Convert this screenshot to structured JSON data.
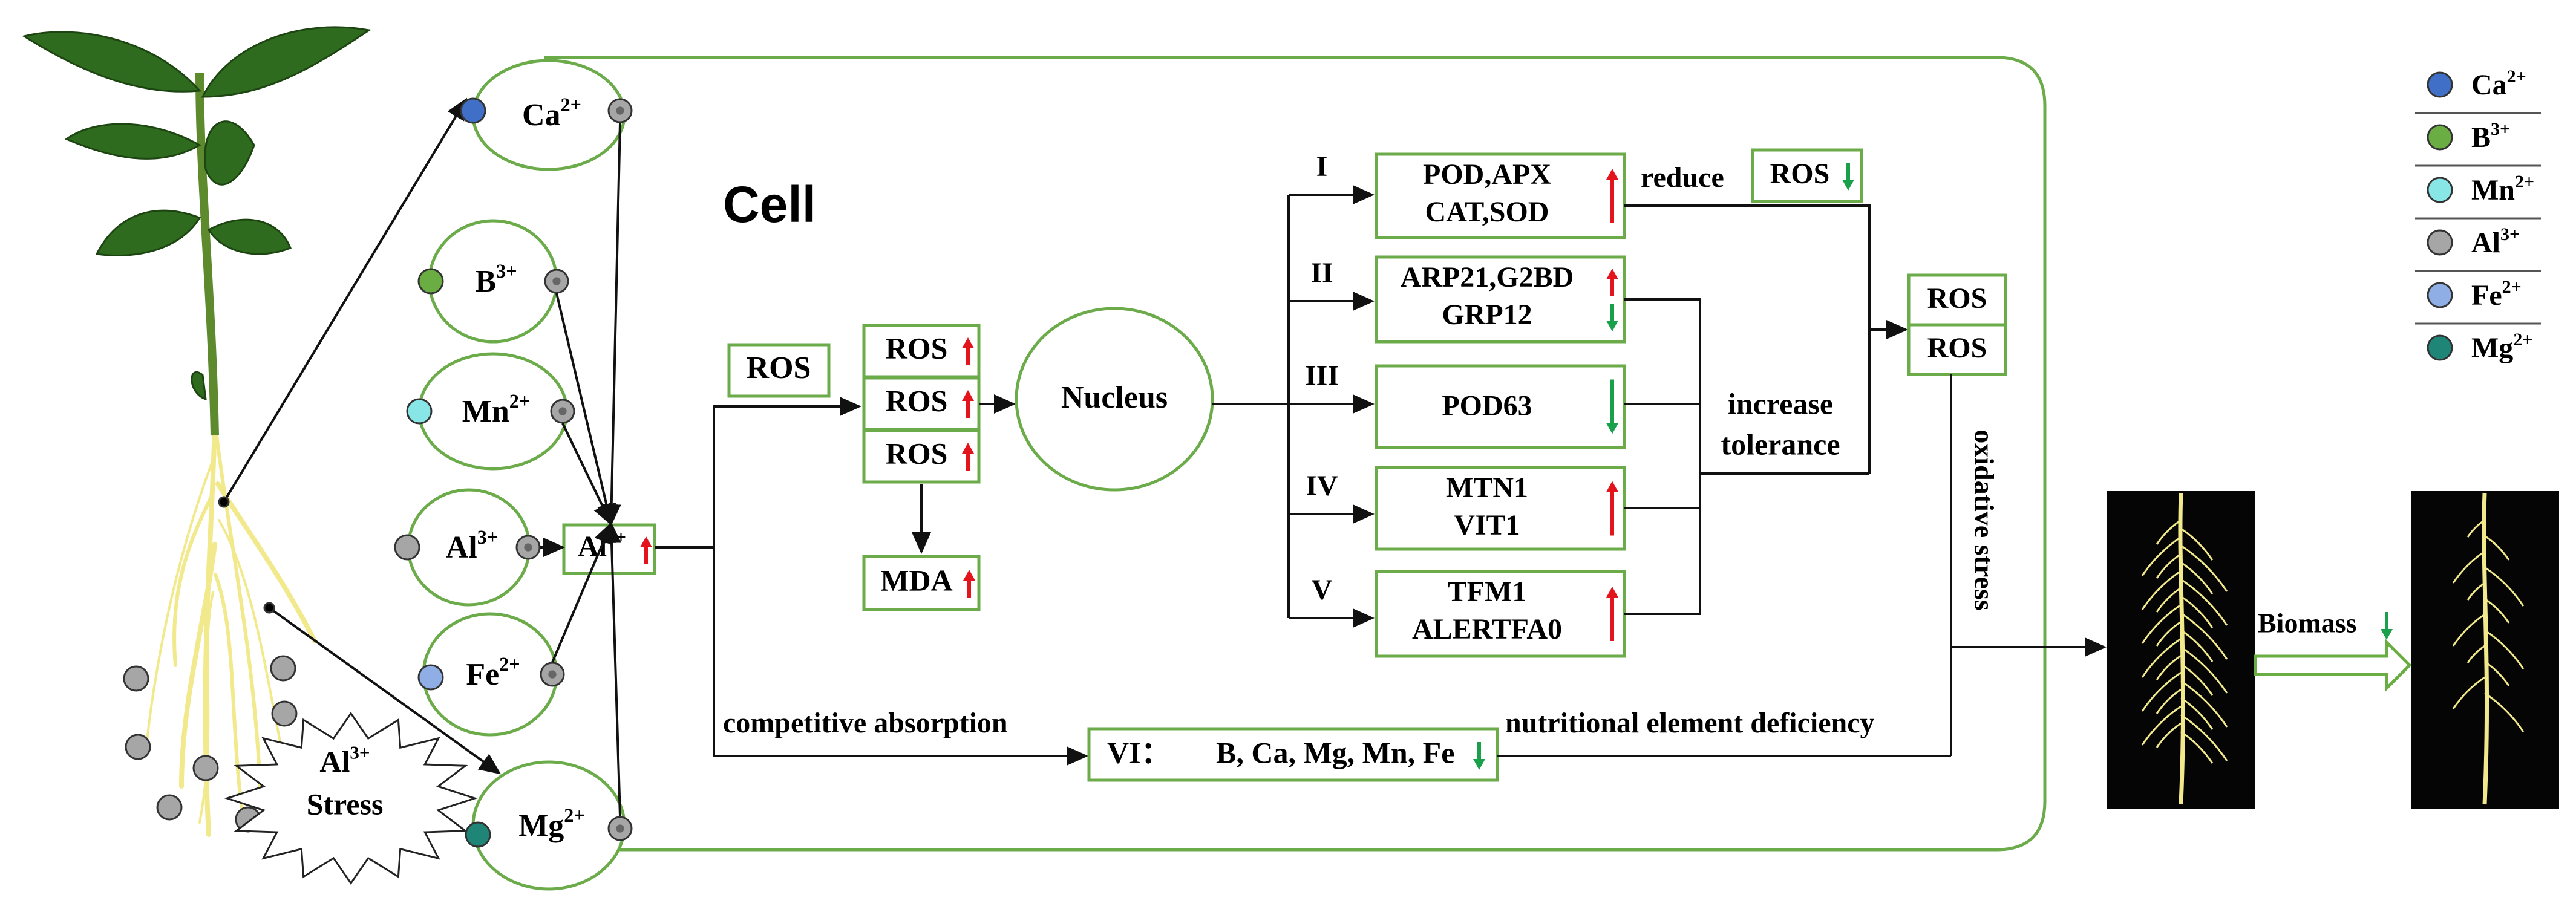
{
  "colors": {
    "green_border": "#6bab4a",
    "line": "#111111",
    "arrow_up": "#e3141b",
    "arrow_down": "#1aa04b",
    "ion_ca": "#3f6fc6",
    "ion_b": "#6aad43",
    "ion_mn": "#88e6e6",
    "ion_al": "#a6a6a6",
    "ion_fe": "#8faee6",
    "ion_mg": "#1f8577",
    "root_yellow": "#f1e98c",
    "leaf_green": "#2f6b1f"
  },
  "cell": {
    "label": "Cell"
  },
  "stress": {
    "ion": "Al",
    "charge": "3+",
    "word": "Stress"
  },
  "transporters": [
    {
      "ion": "Ca",
      "charge": "2+",
      "dot": "ion_ca"
    },
    {
      "ion": "B",
      "charge": "3+",
      "dot": "ion_b"
    },
    {
      "ion": "Mn",
      "charge": "2+",
      "dot": "ion_mn"
    },
    {
      "ion": "Al",
      "charge": "3+",
      "dot": "ion_al"
    },
    {
      "ion": "Fe",
      "charge": "2+",
      "dot": "ion_fe"
    },
    {
      "ion": "Mg",
      "charge": "2+",
      "dot": "ion_mg"
    }
  ],
  "al_box": {
    "ion": "Al",
    "charge": "3+",
    "trend": "up"
  },
  "ros_input": "ROS",
  "ros_stack": [
    {
      "label": "ROS",
      "trend": "up"
    },
    {
      "label": "ROS",
      "trend": "up"
    },
    {
      "label": "ROS",
      "trend": "up"
    }
  ],
  "mda": {
    "label": "MDA",
    "trend": "up"
  },
  "nucleus": "Nucleus",
  "pathways": [
    {
      "roman": "I",
      "lines": [
        "POD,APX",
        "CAT,SOD"
      ],
      "trend": "up"
    },
    {
      "roman": "II",
      "lines": [
        "ARP21,G2BD",
        "GRP12"
      ],
      "trends": [
        "up",
        "down"
      ]
    },
    {
      "roman": "III",
      "lines": [
        "POD63"
      ],
      "trend": "down"
    },
    {
      "roman": "IV",
      "lines": [
        "MTN1",
        "VIT1"
      ],
      "trend": "up"
    },
    {
      "roman": "V",
      "lines": [
        "TFM1",
        "ALERTFA0"
      ],
      "trend": "up"
    }
  ],
  "reduce_label": "reduce",
  "ros_reduced": {
    "label": "ROS",
    "trend": "down"
  },
  "increase_tolerance": [
    "increase",
    "tolerance"
  ],
  "ros_right": [
    "ROS",
    "ROS"
  ],
  "oxidative_stress": "oxidative stress",
  "competitive_absorption": "competitive absorption",
  "deficiency_box": {
    "roman": "VI：",
    "elements": "B, Ca, Mg, Mn, Fe",
    "trend": "down"
  },
  "nutritional_deficiency": "nutritional element deficiency",
  "biomass": {
    "label": "Biomass",
    "trend": "down"
  },
  "legend": [
    {
      "ion": "Ca",
      "charge": "2+",
      "color": "ion_ca"
    },
    {
      "ion": "B",
      "charge": "3+",
      "color": "ion_b"
    },
    {
      "ion": "Mn",
      "charge": "2+",
      "color": "ion_mn"
    },
    {
      "ion": "Al",
      "charge": "3+",
      "color": "ion_al"
    },
    {
      "ion": "Fe",
      "charge": "2+",
      "color": "ion_fe"
    },
    {
      "ion": "Mg",
      "charge": "2+",
      "color": "ion_mg"
    }
  ]
}
